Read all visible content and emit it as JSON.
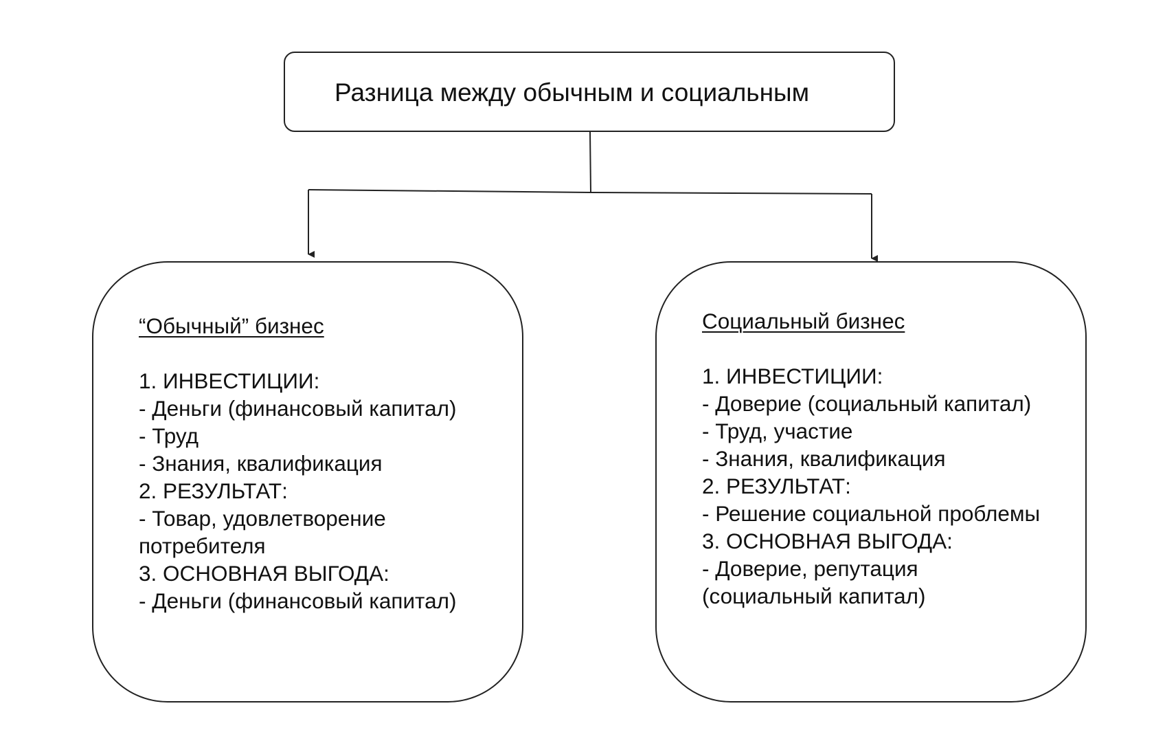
{
  "diagram": {
    "root": {
      "title": "Разница между обычным и социальным"
    },
    "left": {
      "heading": "“Обычный” бизнес",
      "lines": [
        "1. ИНВЕСТИЦИИ:",
        "- Деньги (финансовый капитал)",
        "- Труд",
        "- Знания, квалификация",
        "2. РЕЗУЛЬТАТ:",
        "- Товар, удовлетворение",
        "потребителя",
        "3. ОСНОВНАЯ ВЫГОДА:",
        "- Деньги (финансовый капитал)"
      ]
    },
    "right": {
      "heading": "Социальный бизнес",
      "lines": [
        "1. ИНВЕСТИЦИИ:",
        "- Доверие (социальный капитал)",
        "- Труд, участие",
        "- Знания, квалификация",
        "2. РЕЗУЛЬТАТ:",
        "- Решение социальной проблемы",
        "3. ОСНОВНАЯ ВЫГОДА:",
        "- Доверие, репутация",
        "(социальный капитал)"
      ]
    }
  },
  "colors": {
    "stroke": "#222222",
    "background": "#ffffff",
    "text": "#111111"
  }
}
